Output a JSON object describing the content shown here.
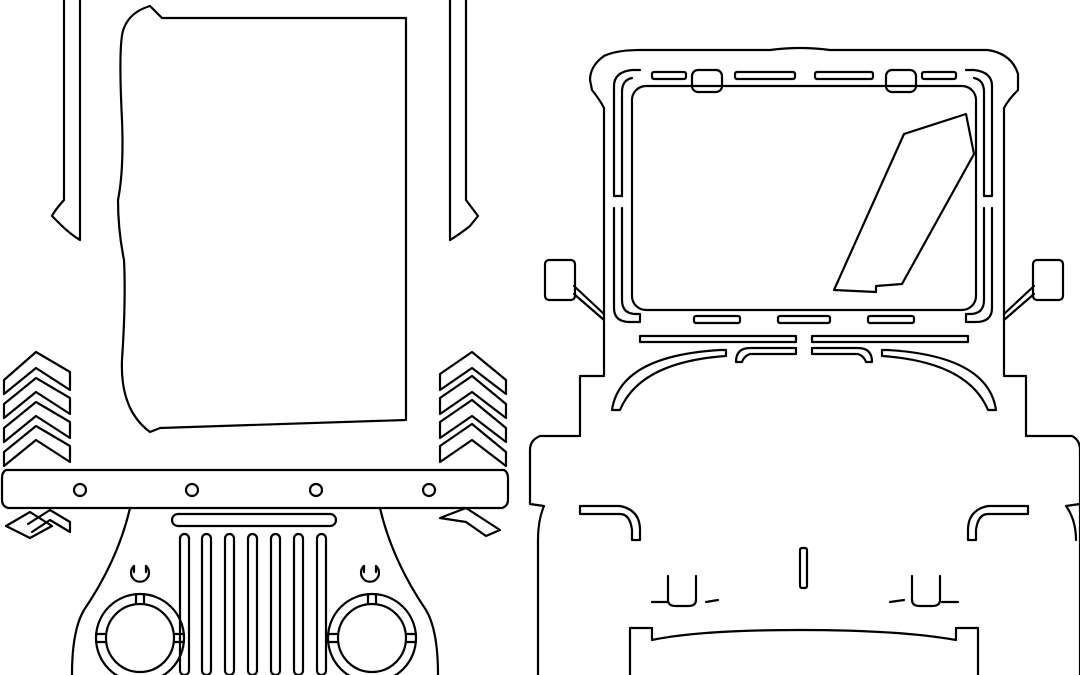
{
  "drawing": {
    "stroke_color": "#000000",
    "background_color": "#ffffff",
    "parts": [
      "tire-tread-left-rear",
      "tire-tread-right-rear",
      "tire-tread-left-front",
      "tire-tread-right-front",
      "body-panel",
      "front-bumper",
      "grille",
      "headlight-left",
      "headlight-right",
      "windshield-frame",
      "steering-wheel-slot",
      "side-mirror-left",
      "side-mirror-right",
      "hood-body",
      "dashboard"
    ]
  }
}
